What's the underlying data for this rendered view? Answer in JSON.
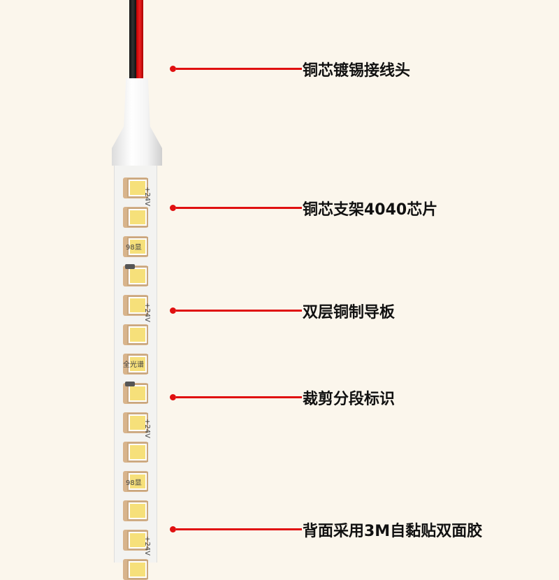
{
  "colors": {
    "background": "#fbf6ec",
    "callout_line": "#e01010",
    "led": "#f6e07a",
    "pad": "#d8b48c"
  },
  "strip": {
    "labels": {
      "voltage": "+24V",
      "model": "98显",
      "spectrum": "全光谱"
    }
  },
  "callouts": [
    {
      "text": "铜芯镀锡接线头"
    },
    {
      "text": "铜芯支架4040芯片"
    },
    {
      "text": "双层铜制导板"
    },
    {
      "text": "裁剪分段标识"
    },
    {
      "text": "背面采用3M自黏贴双面胶"
    }
  ]
}
